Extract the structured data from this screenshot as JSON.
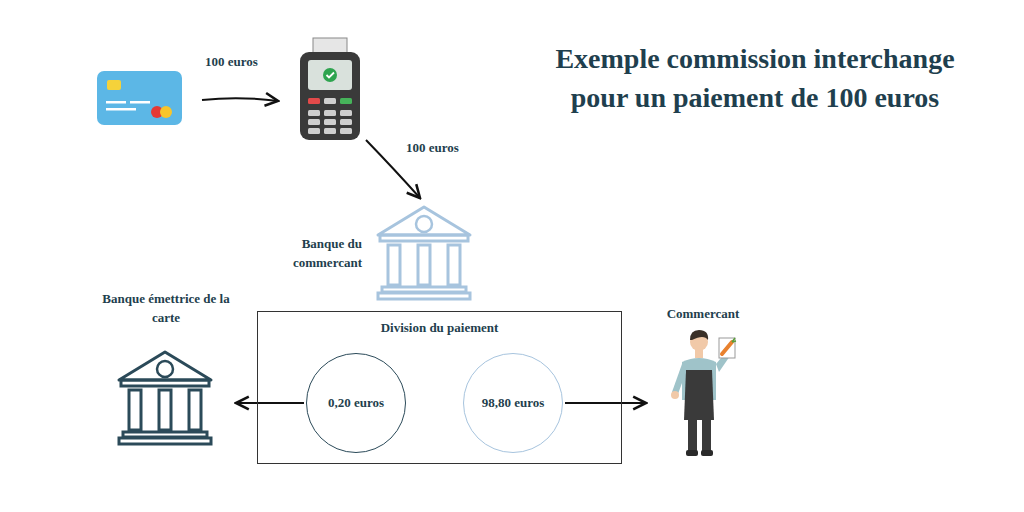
{
  "diagram": {
    "title": "Exemple commission interchange pour un paiement de 100 euros",
    "nodes": [
      {
        "text": [
          "Banque du commercant"
        ]
      },
      {
        "text": [
          "Banque émettrice de la carte"
        ]
      },
      {
        "text": [
          "Division du paiement"
        ]
      },
      {
        "text": [
          "0,20 euros"
        ],
        "in": 2
      },
      {
        "text": [
          "98,80 euros"
        ],
        "in": 2
      },
      {
        "text": [
          "Commercant"
        ]
      }
    ],
    "edges": [
      {
        "from": 3,
        "to": 1,
        "arrow": "to"
      },
      {
        "from": 4,
        "to": 5,
        "arrow": "to"
      }
    ],
    "labels": [
      "100 euros",
      "100 euros"
    ]
  }
}
